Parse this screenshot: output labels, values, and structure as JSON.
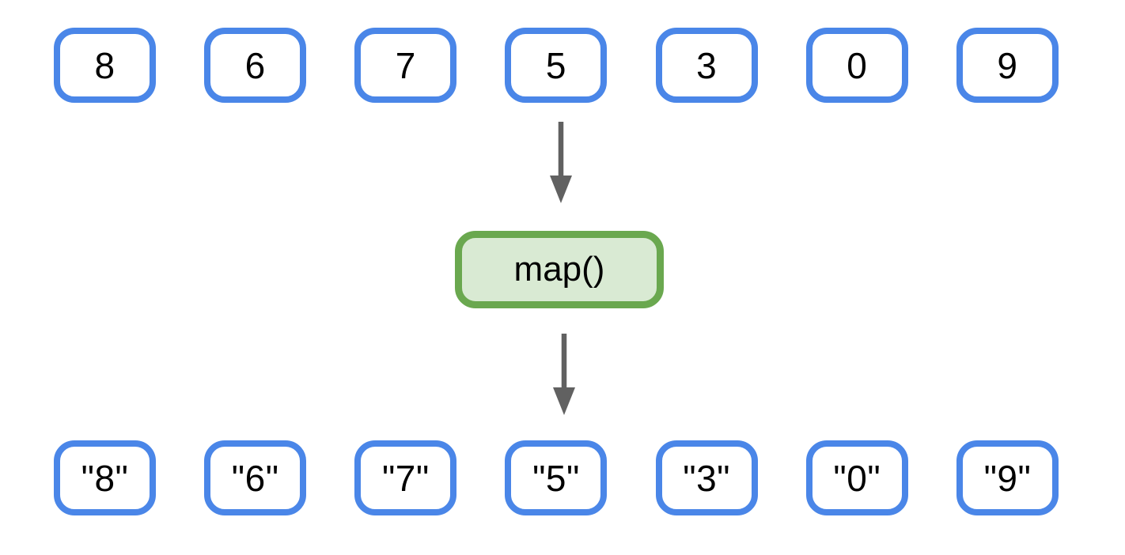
{
  "diagram": {
    "type": "flow-diagram",
    "description": "map() function transforming a list of integers into a list of strings",
    "input_row": {
      "items": [
        "8",
        "6",
        "7",
        "5",
        "3",
        "0",
        "9"
      ]
    },
    "function_box": {
      "label": "map()"
    },
    "output_row": {
      "items": [
        "\"8\"",
        "\"6\"",
        "\"7\"",
        "\"5\"",
        "\"3\"",
        "\"0\"",
        "\"9\""
      ]
    },
    "arrows": [
      {
        "name": "input-to-map",
        "direction": "down"
      },
      {
        "name": "map-to-output",
        "direction": "down"
      }
    ],
    "colors": {
      "box_border": "#4a86e8",
      "map_border": "#6aa84f",
      "map_fill": "#d9ead3",
      "arrow": "#616161",
      "text": "#000000",
      "background": "#ffffff"
    }
  }
}
